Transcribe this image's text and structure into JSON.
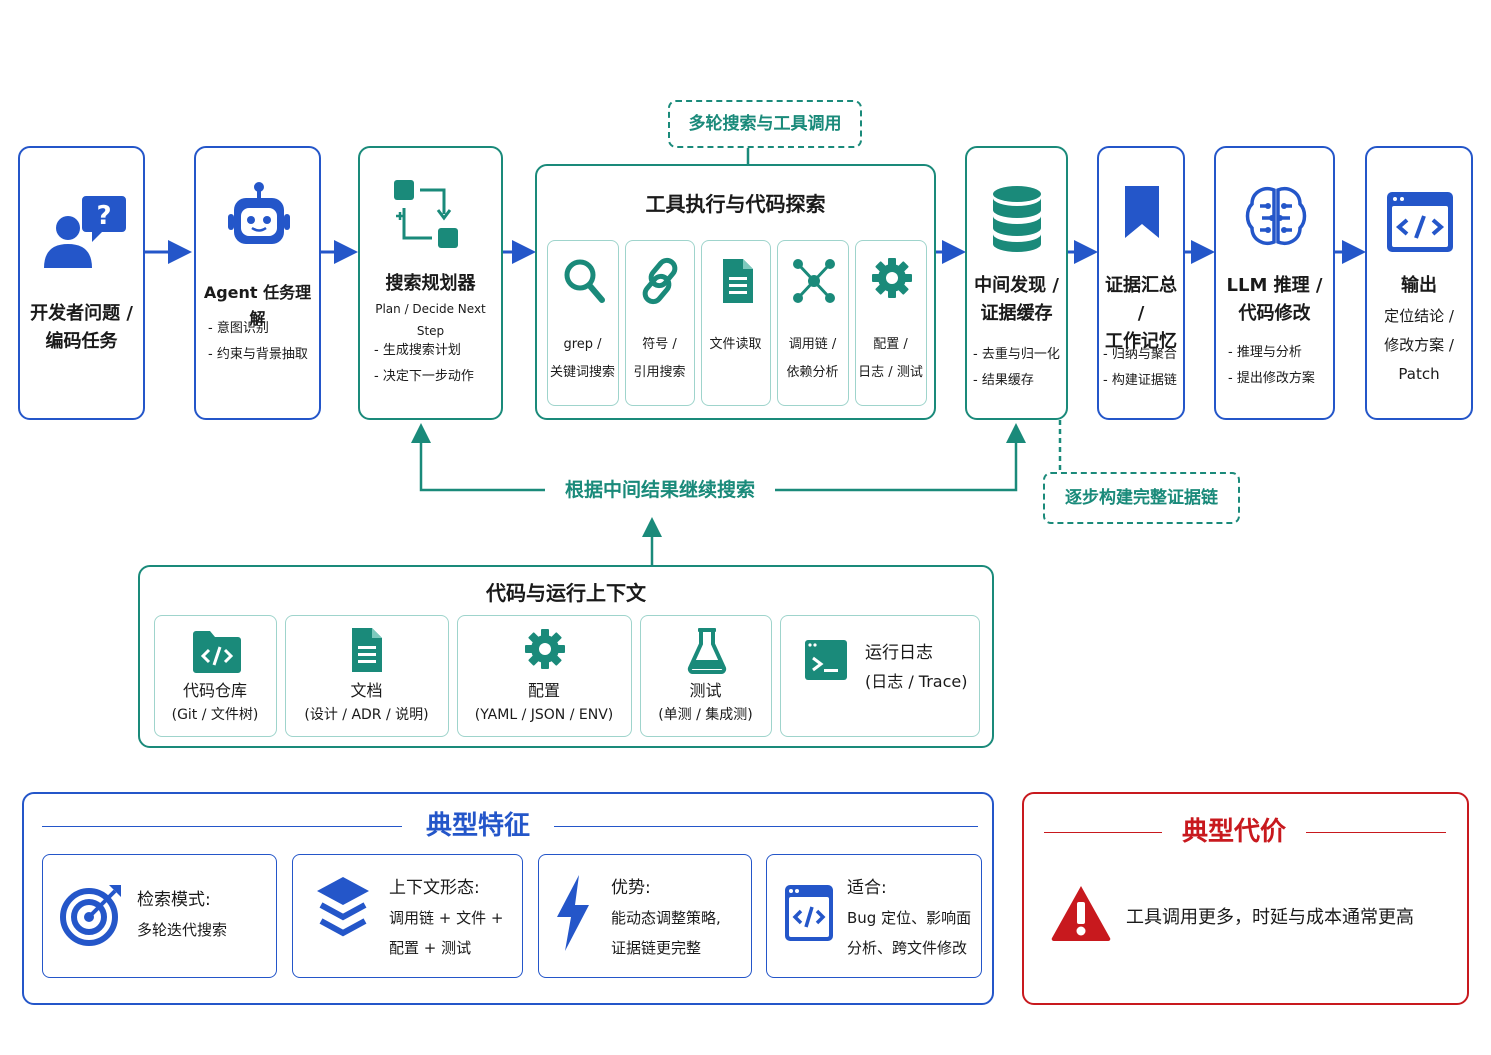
{
  "colors": {
    "blue": "#2456c9",
    "teal": "#1a8a7a",
    "red": "#c8191e"
  },
  "pipeline": {
    "step1": {
      "title1": "开发者问题 /",
      "title2": "编码任务",
      "icon": "user-question-icon"
    },
    "step2": {
      "title": "Agent 任务理解",
      "bullets": [
        "- 意图识别",
        "- 约束与背景抽取"
      ],
      "icon": "robot-icon"
    },
    "step3": {
      "title": "搜索规划器",
      "subtitle": "Plan / Decide Next Step",
      "bullets": [
        "- 生成搜索计划",
        "- 决定下一步动作"
      ],
      "icon": "flow-plan-icon"
    },
    "tools": {
      "label": "多轮搜索与工具调用",
      "title": "工具执行与代码探索",
      "items": [
        {
          "line1": "grep /",
          "line2": "关键词搜索",
          "icon": "search-icon"
        },
        {
          "line1": "符号 /",
          "line2": "引用搜索",
          "icon": "link-icon"
        },
        {
          "line1": "文件读取",
          "line2": "",
          "icon": "document-icon"
        },
        {
          "line1": "调用链 /",
          "line2": "依赖分析",
          "icon": "graph-icon"
        },
        {
          "line1": "配置 /",
          "line2": "日志 / 测试",
          "icon": "gear-icon"
        }
      ]
    },
    "step5": {
      "title1": "中间发现 /",
      "title2": "证据缓存",
      "bullets": [
        "- 去重与归一化",
        "- 结果缓存"
      ],
      "icon": "database-icon"
    },
    "step6": {
      "title1": "证据汇总 /",
      "title2": "工作记忆",
      "bullets": [
        "- 归纳与聚合",
        "- 构建证据链"
      ],
      "icon": "bookmark-icon"
    },
    "step7": {
      "title1": "LLM 推理 /",
      "title2": "代码修改",
      "bullets": [
        "- 推理与分析",
        "- 提出修改方案"
      ],
      "icon": "brain-icon"
    },
    "step8": {
      "title": "输出",
      "lines": [
        "定位结论 /",
        "修改方案 /",
        "Patch"
      ],
      "icon": "code-window-icon"
    }
  },
  "loop": {
    "label": "根据中间结果继续搜索",
    "evidence_note": "逐步构建完整证据链"
  },
  "context": {
    "title": "代码与运行上下文",
    "items": [
      {
        "title": "代码仓库",
        "sub": "(Git / 文件树)",
        "icon": "code-folder-icon"
      },
      {
        "title": "文档",
        "sub": "(设计 / ADR / 说明)",
        "icon": "document-icon"
      },
      {
        "title": "配置",
        "sub": "(YAML / JSON / ENV)",
        "icon": "gear-icon"
      },
      {
        "title": "测试",
        "sub": "(单测 / 集成测)",
        "icon": "flask-icon"
      },
      {
        "title": "运行日志",
        "sub": "(日志 / Trace)",
        "icon": "terminal-icon"
      }
    ]
  },
  "features": {
    "title": "典型特征",
    "items": [
      {
        "title": "检索模式:",
        "lines": [
          "多轮迭代搜索"
        ],
        "icon": "target-icon"
      },
      {
        "title": "上下文形态:",
        "lines": [
          "调用链 + 文件 +",
          "配置 + 测试"
        ],
        "icon": "layers-icon"
      },
      {
        "title": "优势:",
        "lines": [
          "能动态调整策略,",
          "证据链更完整"
        ],
        "icon": "lightning-icon"
      },
      {
        "title": "适合:",
        "lines": [
          "Bug 定位、影响面",
          "分析、跨文件修改"
        ],
        "icon": "code-window-icon"
      }
    ]
  },
  "cost": {
    "title": "典型代价",
    "text": "工具调用更多，时延与成本通常更高",
    "icon": "warning-icon"
  }
}
